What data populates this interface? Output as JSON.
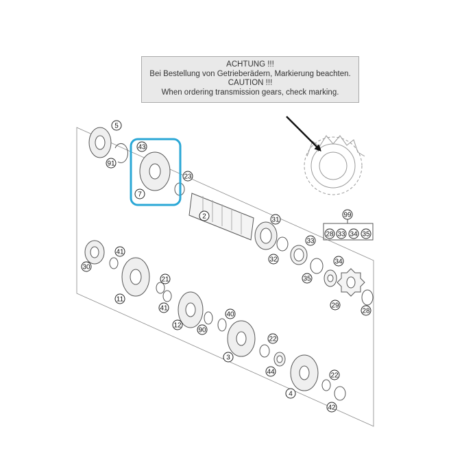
{
  "notice": {
    "line1": "ACHTUNG !!!",
    "line2": "Bei Bestellung von Getrieberädern, Markierung beachten.",
    "line3": "CAUTION !!!",
    "line4": "When ordering transmission gears, check marking."
  },
  "callouts": {
    "c5": "5",
    "c91": "91",
    "c43": "43",
    "c7": "7",
    "c23": "23",
    "c2": "2",
    "c31": "31",
    "c32": "32",
    "c33a": "33",
    "c35a": "35",
    "c34a": "34",
    "c29": "29",
    "c28a": "28",
    "c99": "99",
    "c28k": "28",
    "c33k": "33",
    "c34k": "34",
    "c35k": "35",
    "c30": "30",
    "c41a": "41",
    "c11": "11",
    "c21": "21",
    "c41b": "41",
    "c12": "12",
    "c90": "90",
    "c40": "40",
    "c3": "3",
    "c22a": "22",
    "c44": "44",
    "c4": "4",
    "c22b": "22",
    "c42": "42"
  },
  "highlight_color": "#2aa7d6"
}
